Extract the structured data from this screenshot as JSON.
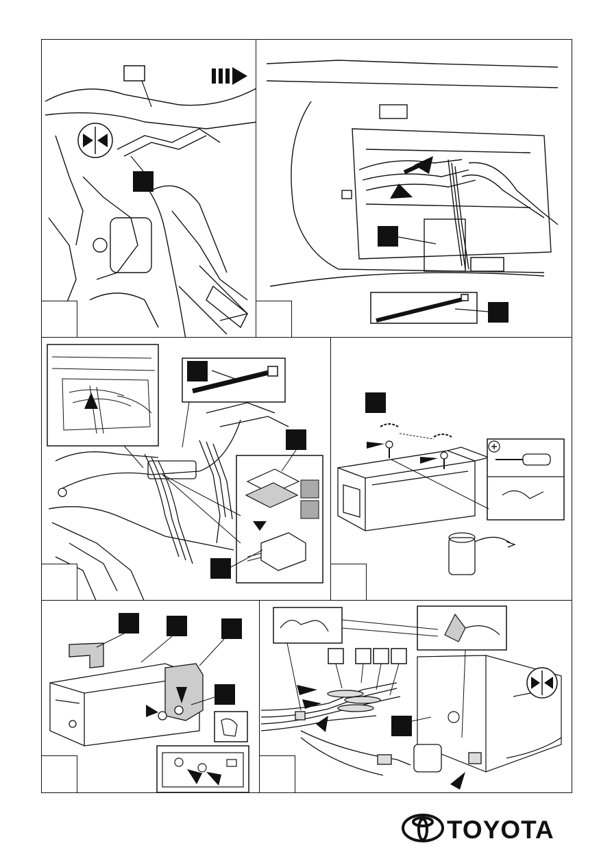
{
  "brand": {
    "name": "TOYOTA",
    "color": "#111111"
  },
  "panels": [
    {
      "id": "p1",
      "description_icons": [
        "arrow-dashed-icon",
        "pinch-connect-icon"
      ]
    },
    {
      "id": "p2",
      "description_icons": [
        "cable-tie-icon"
      ]
    },
    {
      "id": "p3",
      "description_icons": [
        "cable-tie-icon",
        "double-sided-tape-icon",
        "control-box-icon"
      ]
    },
    {
      "id": "p4",
      "description_icons": [
        "screw-icon",
        "screwdriver-icon",
        "rotate-icon"
      ]
    },
    {
      "id": "p5",
      "description_icons": [
        "bracket-icon",
        "screw-icon"
      ]
    },
    {
      "id": "p6",
      "description_icons": [
        "connector-icon",
        "pinch-connect-icon",
        "tape-wrap-icon"
      ]
    }
  ]
}
